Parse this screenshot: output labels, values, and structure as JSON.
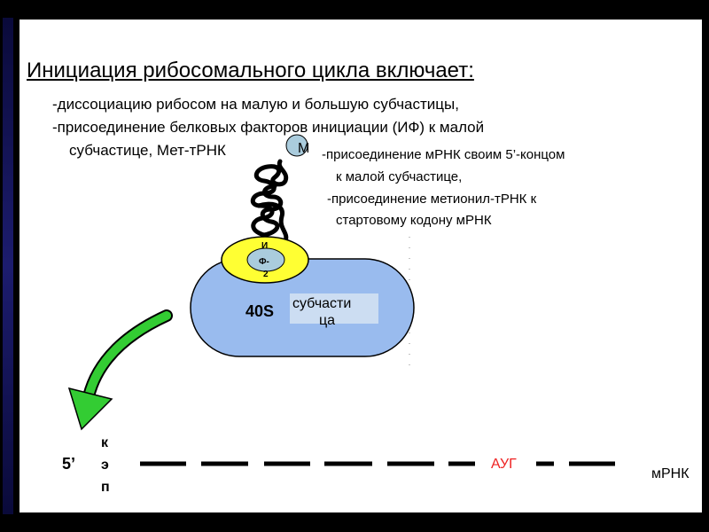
{
  "title": "Инициация рибосомального цикла включает:",
  "bullets": [
    "-диссоциацию рибосом на малую и большую субчастицы,",
    "-присоединение белковых факторов инициации (ИФ) к малой",
    "субчастице, Мет-тРНК"
  ],
  "met_label": "М",
  "right_bullets": [
    "-присоединение мРНК своим 5’-концом",
    "к малой субчастице,",
    "-присоединение метионил-тРНК к",
    "стартовому кодону мРНК"
  ],
  "if_label_line1": "И",
  "if_label_line2": "Ф-",
  "if_label_line3": "2",
  "subunit_label": "40S",
  "subunit_word_line1": "субчасти",
  "subunit_word_line2": "ца",
  "cap_line1": "к",
  "cap_line2": "э",
  "cap_line3": "п",
  "five_prime": "5’",
  "start_codon": "АУГ",
  "mrna_label": "мРНК",
  "colors": {
    "subunit_fill": "#99bbee",
    "if_ring": "#ffff33",
    "if_core": "#aaccdd",
    "arrow": "#33cc33",
    "start_codon": "#ee2222",
    "left_band": "#1c1c6e"
  }
}
